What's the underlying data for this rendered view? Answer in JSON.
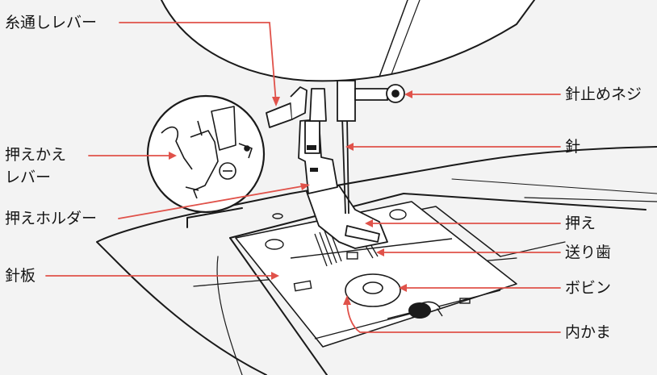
{
  "diagram": {
    "labels": {
      "thread_lever": "糸通しレバー",
      "presser_lever_line1": "押えかえ",
      "presser_lever_line2": "レバー",
      "presser_holder": "押えホルダー",
      "needle_plate": "針板",
      "needle_screw": "針止めネジ",
      "needle": "針",
      "presser_foot": "押え",
      "feed_dogs": "送り歯",
      "bobbin": "ボビン",
      "inner_hook": "内かま"
    },
    "colors": {
      "leader": "#e0524a",
      "ink": "#1a1a1a",
      "background": "#f3f3f3"
    }
  }
}
